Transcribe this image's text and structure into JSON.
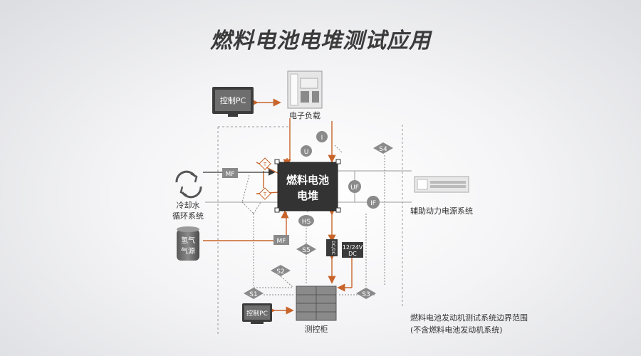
{
  "title": "燃料电池电堆测试应用",
  "nodes": {
    "control_pc_top": "控制PC",
    "electronic_load": "电子负载",
    "fuel_cell_stack_line1": "燃料电池",
    "fuel_cell_stack_line2": "电堆",
    "cooling_line1": "冷却水",
    "cooling_line2": "循环系统",
    "hydrogen_line1": "氢气",
    "hydrogen_line2": "气源",
    "aux_power": "辅助动力电源系统",
    "control_cabinet": "测控柜",
    "control_pc_bottom": "控制PC",
    "dc_12_24_line1": "12/24V",
    "dc_12_24_line2": "DC",
    "dc_small": "DC/DC"
  },
  "markers": {
    "mf_top": "MF",
    "mf_bottom": "MF",
    "t_top": "T",
    "t_bottom": "T",
    "current_i": "I",
    "voltage_u": "U",
    "uf": "UF",
    "if": "IF",
    "hs": "HS",
    "s1": "S1",
    "s2": "S2",
    "s3": "S3",
    "s4": "S4",
    "s5": "S5"
  },
  "boundary_note": {
    "line1": "燃料电池发动机测试系统边界范围",
    "line2": "(不含燃料电池发动机系统)"
  },
  "colors": {
    "flow_orange": "#c8642a",
    "node_dark": "#3a3a3a",
    "marker_gray": "#8a8a8a"
  }
}
